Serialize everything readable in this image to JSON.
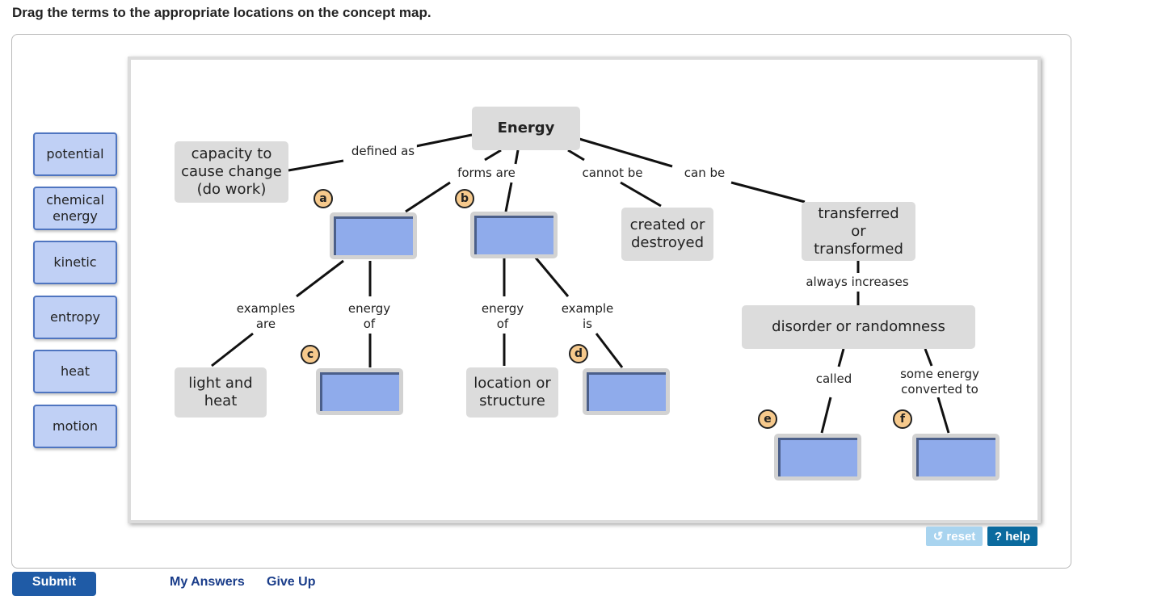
{
  "instructions": "Drag the terms to the appropriate locations on the concept map.",
  "terms": [
    "potential",
    "chemical\nenergy",
    "kinetic",
    "entropy",
    "heat",
    "motion"
  ],
  "nodes": {
    "energy": "Energy",
    "capacity": "capacity to\ncause change\n(do work)",
    "created": "created or\ndestroyed",
    "transferred": "transferred\nor\ntransformed",
    "disorder": "disorder or randomness",
    "light": "light and\nheat",
    "location": "location or\nstructure"
  },
  "links": {
    "defined_as": "defined as",
    "forms_are": "forms are",
    "cannot_be": "cannot be",
    "can_be": "can be",
    "always_increases": "always increases",
    "examples_are": "examples\nare",
    "energy_of_1": "energy\nof",
    "energy_of_2": "energy\nof",
    "example_is": "example\nis",
    "called": "called",
    "some_energy": "some energy\nconverted to"
  },
  "badges": [
    "a",
    "b",
    "c",
    "d",
    "e",
    "f"
  ],
  "controls": {
    "reset": "↺ reset",
    "help": "? help"
  },
  "footer": {
    "submit": "Submit",
    "my_answers": "My Answers",
    "give_up": "Give Up"
  }
}
